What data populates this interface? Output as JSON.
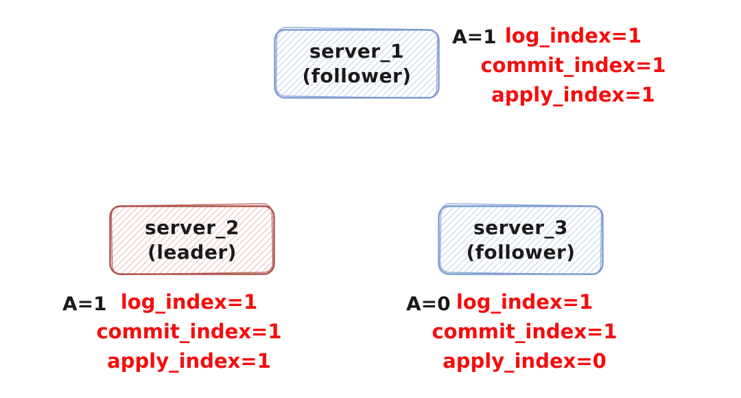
{
  "colors": {
    "background": "#ffffff",
    "black_text": "#1a1a1a",
    "red_text": "#f50d0d",
    "blue_stroke": "#7d9bd1",
    "blue_hatch": "#c7d3ec",
    "red_stroke": "#b0514b",
    "red_hatch": "#eac2be"
  },
  "servers": [
    {
      "name": "server_1",
      "role_label": "(follower)",
      "theme": "blue",
      "state_var": "A=1",
      "state_lines": [
        "log_index=1",
        "commit_index=1",
        "apply_index=1"
      ]
    },
    {
      "name": "server_2",
      "role_label": "(leader)",
      "theme": "red",
      "state_var": "A=1",
      "state_lines": [
        "log_index=1",
        "commit_index=1",
        "apply_index=1"
      ]
    },
    {
      "name": "server_3",
      "role_label": "(follower)",
      "theme": "blue",
      "state_var": "A=0",
      "state_lines": [
        "log_index=1",
        "commit_index=1",
        "apply_index=0"
      ]
    }
  ]
}
